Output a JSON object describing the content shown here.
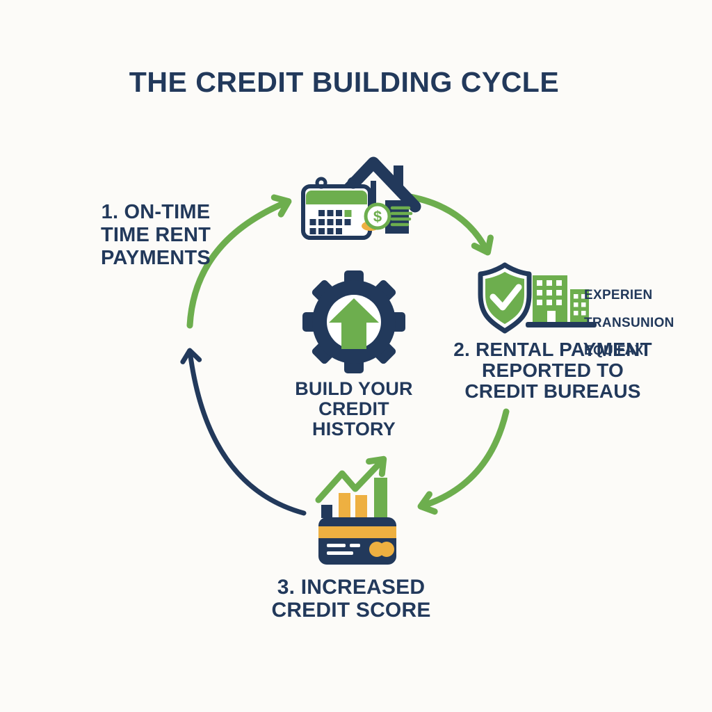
{
  "title": "THE CREDIT BUILDING CYCLE",
  "colors": {
    "navy": "#22395b",
    "green": "#6dae4e",
    "gold": "#eeb041",
    "bg": "#fcfbf8",
    "white": "#ffffff"
  },
  "center": {
    "icon": "gear-up-arrow-icon",
    "label": "BUILD YOUR\nCREDIT\nHISTORY"
  },
  "coin_symbol": "$",
  "steps": [
    {
      "id": "1",
      "label": "1. ON-TIME\nTIME RENT\nPAYMENTS",
      "icon": "calendar-house-coin-icon"
    },
    {
      "id": "2",
      "label": "2. RENTAL PAYMENT\nREPORTED TO\nCREDIT BUREAUS",
      "icon": "shield-checkmark-buildings-icon",
      "bureaus": [
        "EXPERIEN",
        "TRANSUNION",
        "EQUIFAX"
      ]
    },
    {
      "id": "3",
      "label": "3. INCREASED\nCREDIT SCORE",
      "icon": "credit-card-rising-chart-icon"
    }
  ],
  "arrows": [
    {
      "name": "arrow-step1-to-rent-icon",
      "color": "green"
    },
    {
      "name": "arrow-rent-icon-to-step2",
      "color": "green"
    },
    {
      "name": "arrow-step2-to-step3",
      "color": "green"
    },
    {
      "name": "arrow-step3-to-step1",
      "color": "navy"
    }
  ]
}
